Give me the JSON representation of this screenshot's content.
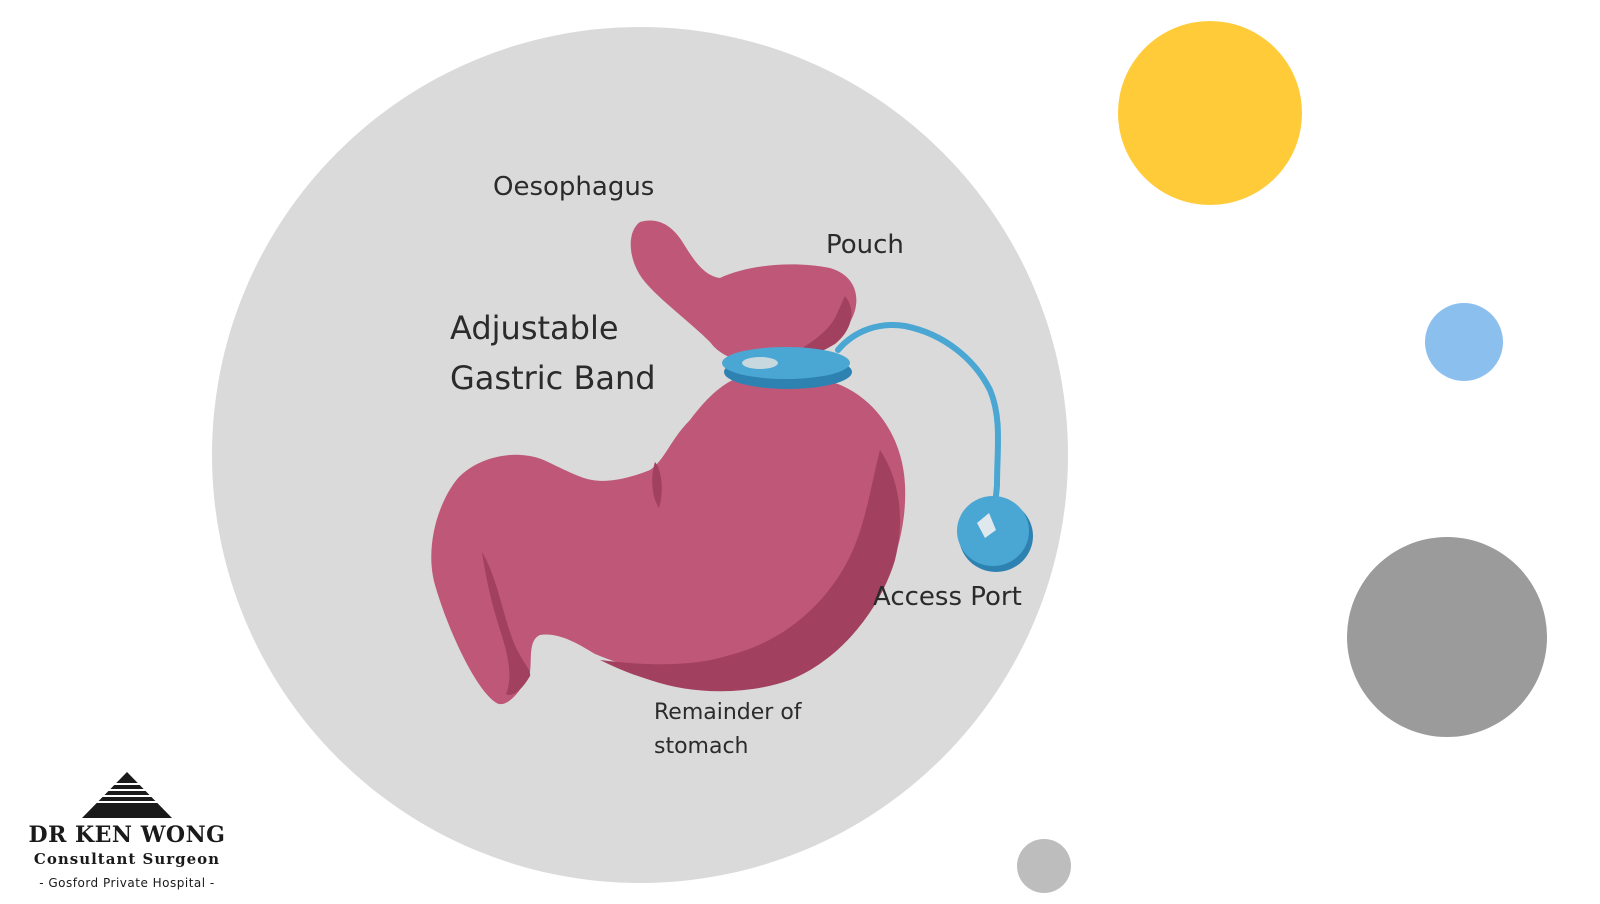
{
  "labels": {
    "oesophagus": "Oesophagus",
    "pouch": "Pouch",
    "band_line1": "Adjustable",
    "band_line2": "Gastric Band",
    "access_port": "Access Port",
    "remainder_line1": "Remainder of",
    "remainder_line2": "stomach"
  },
  "logo": {
    "name": "DR KEN WONG",
    "role": "Consultant Surgeon",
    "hospital": "- Gosford Private Hospital -"
  },
  "colors": {
    "background_circle": "#dadada",
    "stomach": "#bf5878",
    "stomach_shadow": "#a2405f",
    "band": "#4aa6d2",
    "band_shadow": "#2e82b2",
    "deco_yellow": "#ffcb39",
    "deco_blue": "#8bbfee",
    "deco_dark_grey": "#9b9b9b",
    "deco_light_grey": "#bdbdbd"
  }
}
